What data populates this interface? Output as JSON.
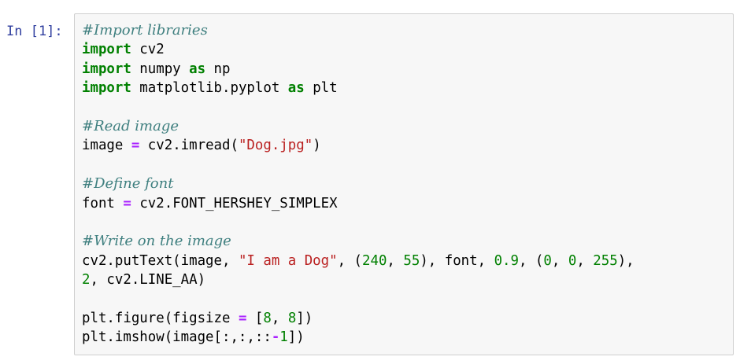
{
  "notebook": {
    "cell": {
      "prompt": "In [1]:",
      "lines": [
        [
          {
            "t": "cm",
            "v": "#Import libraries"
          }
        ],
        [
          {
            "t": "kw",
            "v": "import"
          },
          {
            "t": "pl",
            "v": " cv2"
          }
        ],
        [
          {
            "t": "kw",
            "v": "import"
          },
          {
            "t": "pl",
            "v": " numpy "
          },
          {
            "t": "kw",
            "v": "as"
          },
          {
            "t": "pl",
            "v": " np"
          }
        ],
        [
          {
            "t": "kw",
            "v": "import"
          },
          {
            "t": "pl",
            "v": " matplotlib.pyplot "
          },
          {
            "t": "kw",
            "v": "as"
          },
          {
            "t": "pl",
            "v": " plt"
          }
        ],
        [],
        [
          {
            "t": "cm",
            "v": "#Read image"
          }
        ],
        [
          {
            "t": "pl",
            "v": "image "
          },
          {
            "t": "op",
            "v": "="
          },
          {
            "t": "pl",
            "v": " cv2.imread("
          },
          {
            "t": "st",
            "v": "\"Dog.jpg\""
          },
          {
            "t": "pl",
            "v": ")"
          }
        ],
        [],
        [
          {
            "t": "cm",
            "v": "#Define font"
          }
        ],
        [
          {
            "t": "pl",
            "v": "font "
          },
          {
            "t": "op",
            "v": "="
          },
          {
            "t": "pl",
            "v": " cv2.FONT_HERSHEY_SIMPLEX"
          }
        ],
        [],
        [
          {
            "t": "cm",
            "v": "#Write on the image"
          }
        ],
        [
          {
            "t": "pl",
            "v": "cv2.putText(image, "
          },
          {
            "t": "st",
            "v": "\"I am a Dog\""
          },
          {
            "t": "pl",
            "v": ", ("
          },
          {
            "t": "nm",
            "v": "240"
          },
          {
            "t": "pl",
            "v": ", "
          },
          {
            "t": "nm",
            "v": "55"
          },
          {
            "t": "pl",
            "v": "), font, "
          },
          {
            "t": "nm",
            "v": "0.9"
          },
          {
            "t": "pl",
            "v": ", ("
          },
          {
            "t": "nm",
            "v": "0"
          },
          {
            "t": "pl",
            "v": ", "
          },
          {
            "t": "nm",
            "v": "0"
          },
          {
            "t": "pl",
            "v": ", "
          },
          {
            "t": "nm",
            "v": "255"
          },
          {
            "t": "pl",
            "v": "),"
          }
        ],
        [
          {
            "t": "nm",
            "v": "2"
          },
          {
            "t": "pl",
            "v": ", cv2.LINE_AA)"
          }
        ],
        [],
        [
          {
            "t": "pl",
            "v": "plt.figure(figsize "
          },
          {
            "t": "op",
            "v": "="
          },
          {
            "t": "pl",
            "v": " ["
          },
          {
            "t": "nm",
            "v": "8"
          },
          {
            "t": "pl",
            "v": ", "
          },
          {
            "t": "nm",
            "v": "8"
          },
          {
            "t": "pl",
            "v": "])"
          }
        ],
        [
          {
            "t": "pl",
            "v": "plt.imshow(image[:,:,::"
          },
          {
            "t": "op",
            "v": "-"
          },
          {
            "t": "nm",
            "v": "1"
          },
          {
            "t": "pl",
            "v": "])"
          }
        ]
      ]
    }
  },
  "colors": {
    "prompt": "#303f9f",
    "cell_background": "#f7f7f7",
    "cell_border": "#cfcfcf",
    "keyword": "#008000",
    "comment": "#408080",
    "string": "#ba2121",
    "number": "#008000",
    "operator": "#aa22ff"
  }
}
